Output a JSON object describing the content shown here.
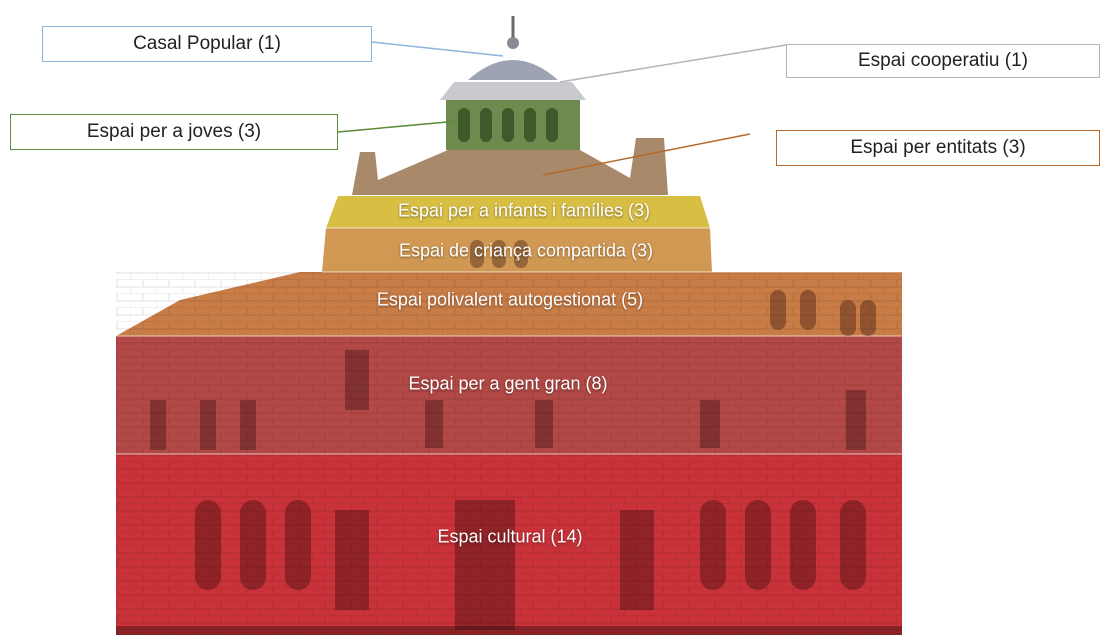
{
  "callouts": {
    "casal_popular": {
      "label": "Casal Popular (1)",
      "color": "#8eb4dc"
    },
    "espai_cooperatiu": {
      "label": "Espai cooperatiu (1)",
      "color": "#b5b5b5"
    },
    "espai_joves": {
      "label": "Espai per a joves (3)",
      "color": "#5a8a3a"
    },
    "espai_entitats": {
      "label": "Espai per entitats (3)",
      "color": "#b56a2c"
    }
  },
  "bands": [
    {
      "key": "infants",
      "label": "Espai per a infants i famílies (3)",
      "color": "#d4b52a"
    },
    {
      "key": "crianca",
      "label": "Espai de criança compartida (3)",
      "color": "#c98a3a"
    },
    {
      "key": "polivalent",
      "label": "Espai polivalent autogestionat (5)",
      "color": "#c06a2c"
    },
    {
      "key": "gent_gran",
      "label": "Espai per a gent gran  (8)",
      "color": "#a8302c"
    },
    {
      "key": "cultural",
      "label": "Espai cultural  (14)",
      "color": "#c0161d"
    }
  ]
}
